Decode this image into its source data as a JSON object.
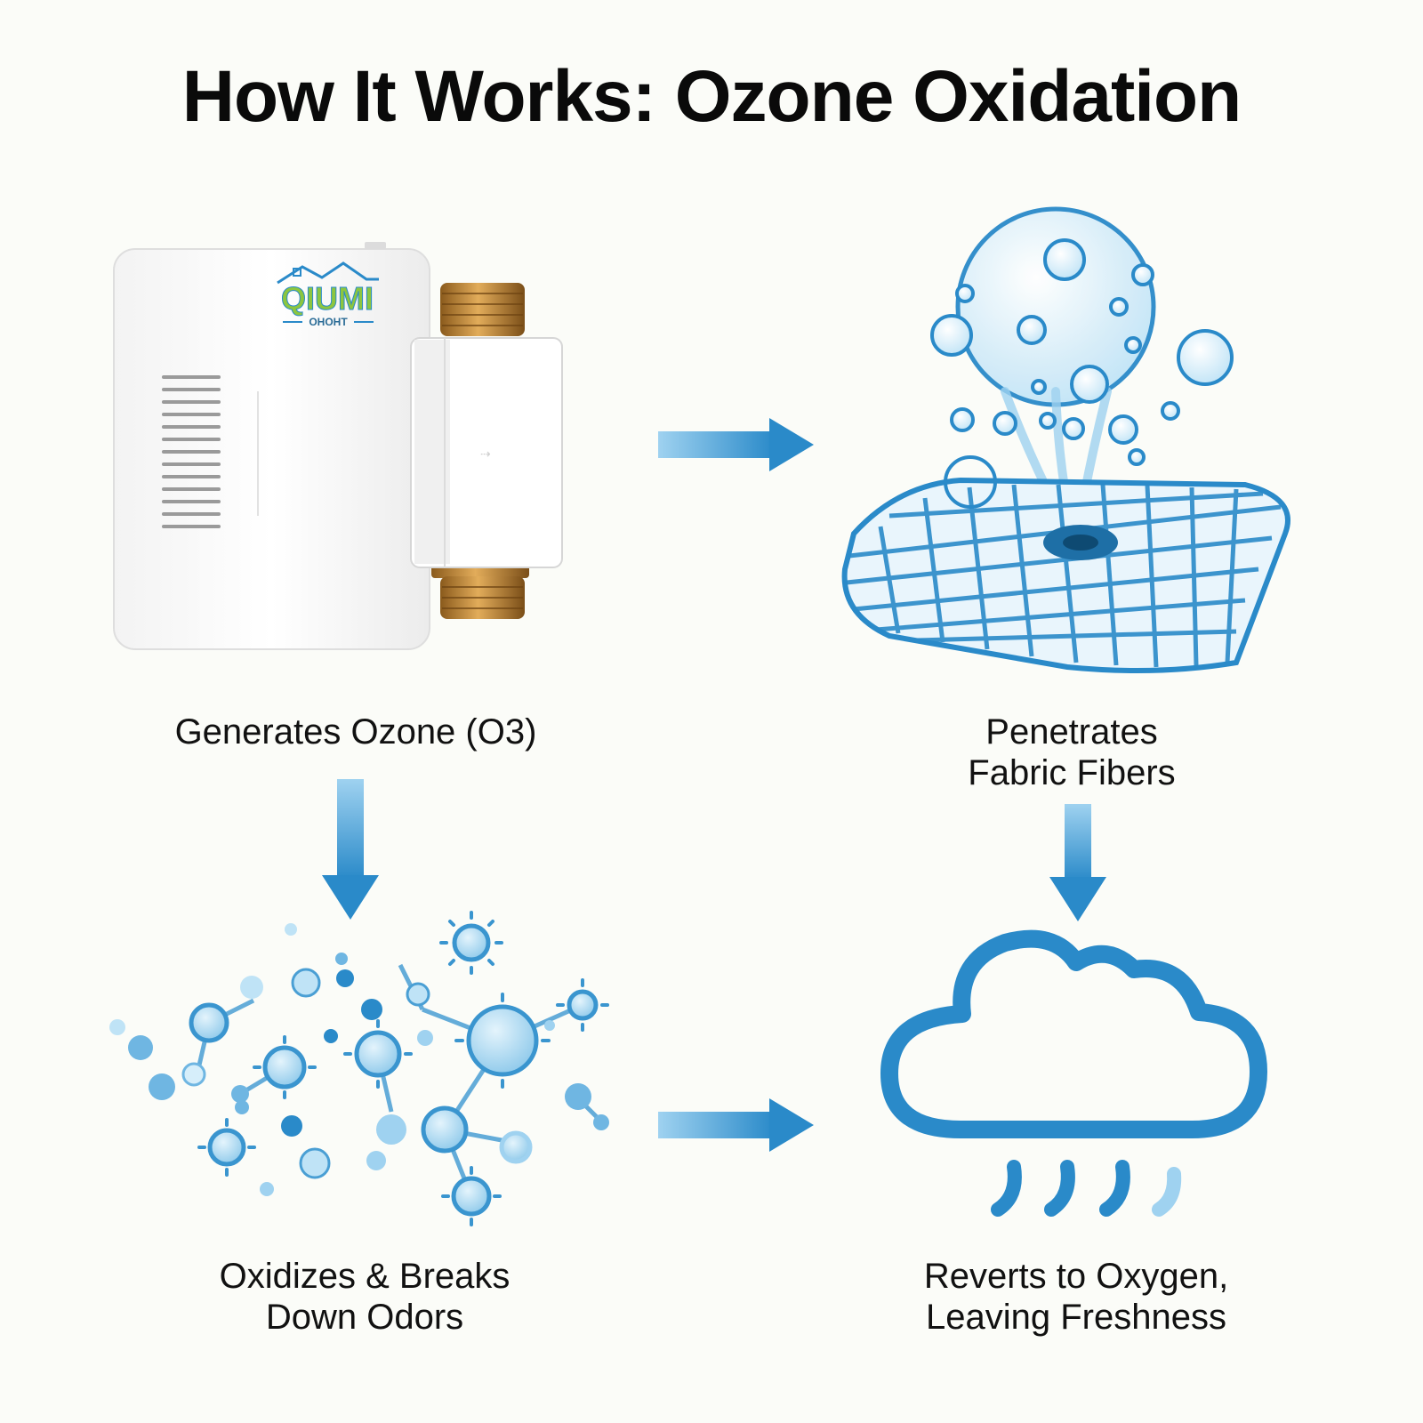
{
  "title": "How It Works: Ozone Oxidation",
  "device": {
    "brand": "QIUMI",
    "sub_label": "OHOHT"
  },
  "steps": [
    {
      "lines": [
        "Generates Ozone (O3)"
      ]
    },
    {
      "lines": [
        "Penetrates",
        "Fabric Fibers"
      ]
    },
    {
      "lines": [
        "Oxidizes & Breaks",
        "Down Odors"
      ]
    },
    {
      "lines": [
        "Reverts to Oxygen,",
        "Leaving Freshness"
      ]
    }
  ],
  "colors": {
    "accent": "#2a8ac9",
    "light_blue": "#9fd2f0",
    "copper": "#c98a3a",
    "device_white": "#ffffff"
  },
  "icons": [
    "ozone-generator-device",
    "fabric-penetration-icon",
    "odor-molecules-icon",
    "cloud-rain-icon",
    "arrow-right-icon",
    "arrow-down-icon"
  ]
}
